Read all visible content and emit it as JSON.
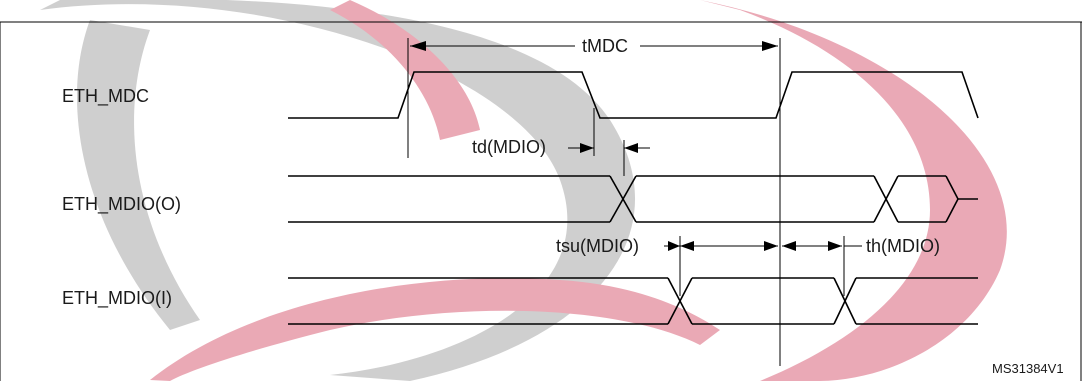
{
  "title_fragment": "igure ... MDC/MDIO timing diagram",
  "signals": {
    "mdc": "ETH_MDC",
    "mdio_out": "ETH_MDIO(O)",
    "mdio_in": "ETH_MDIO(I)"
  },
  "timings": {
    "period": "tMDC",
    "delay": "td(MDIO)",
    "setup": "tsu(MDIO)",
    "hold": "th(MDIO)"
  },
  "figure_id": "MS31384V1",
  "colors": {
    "watermark_red": "#d9637a",
    "watermark_gray": "#9a9a9a",
    "line": "#000000"
  }
}
